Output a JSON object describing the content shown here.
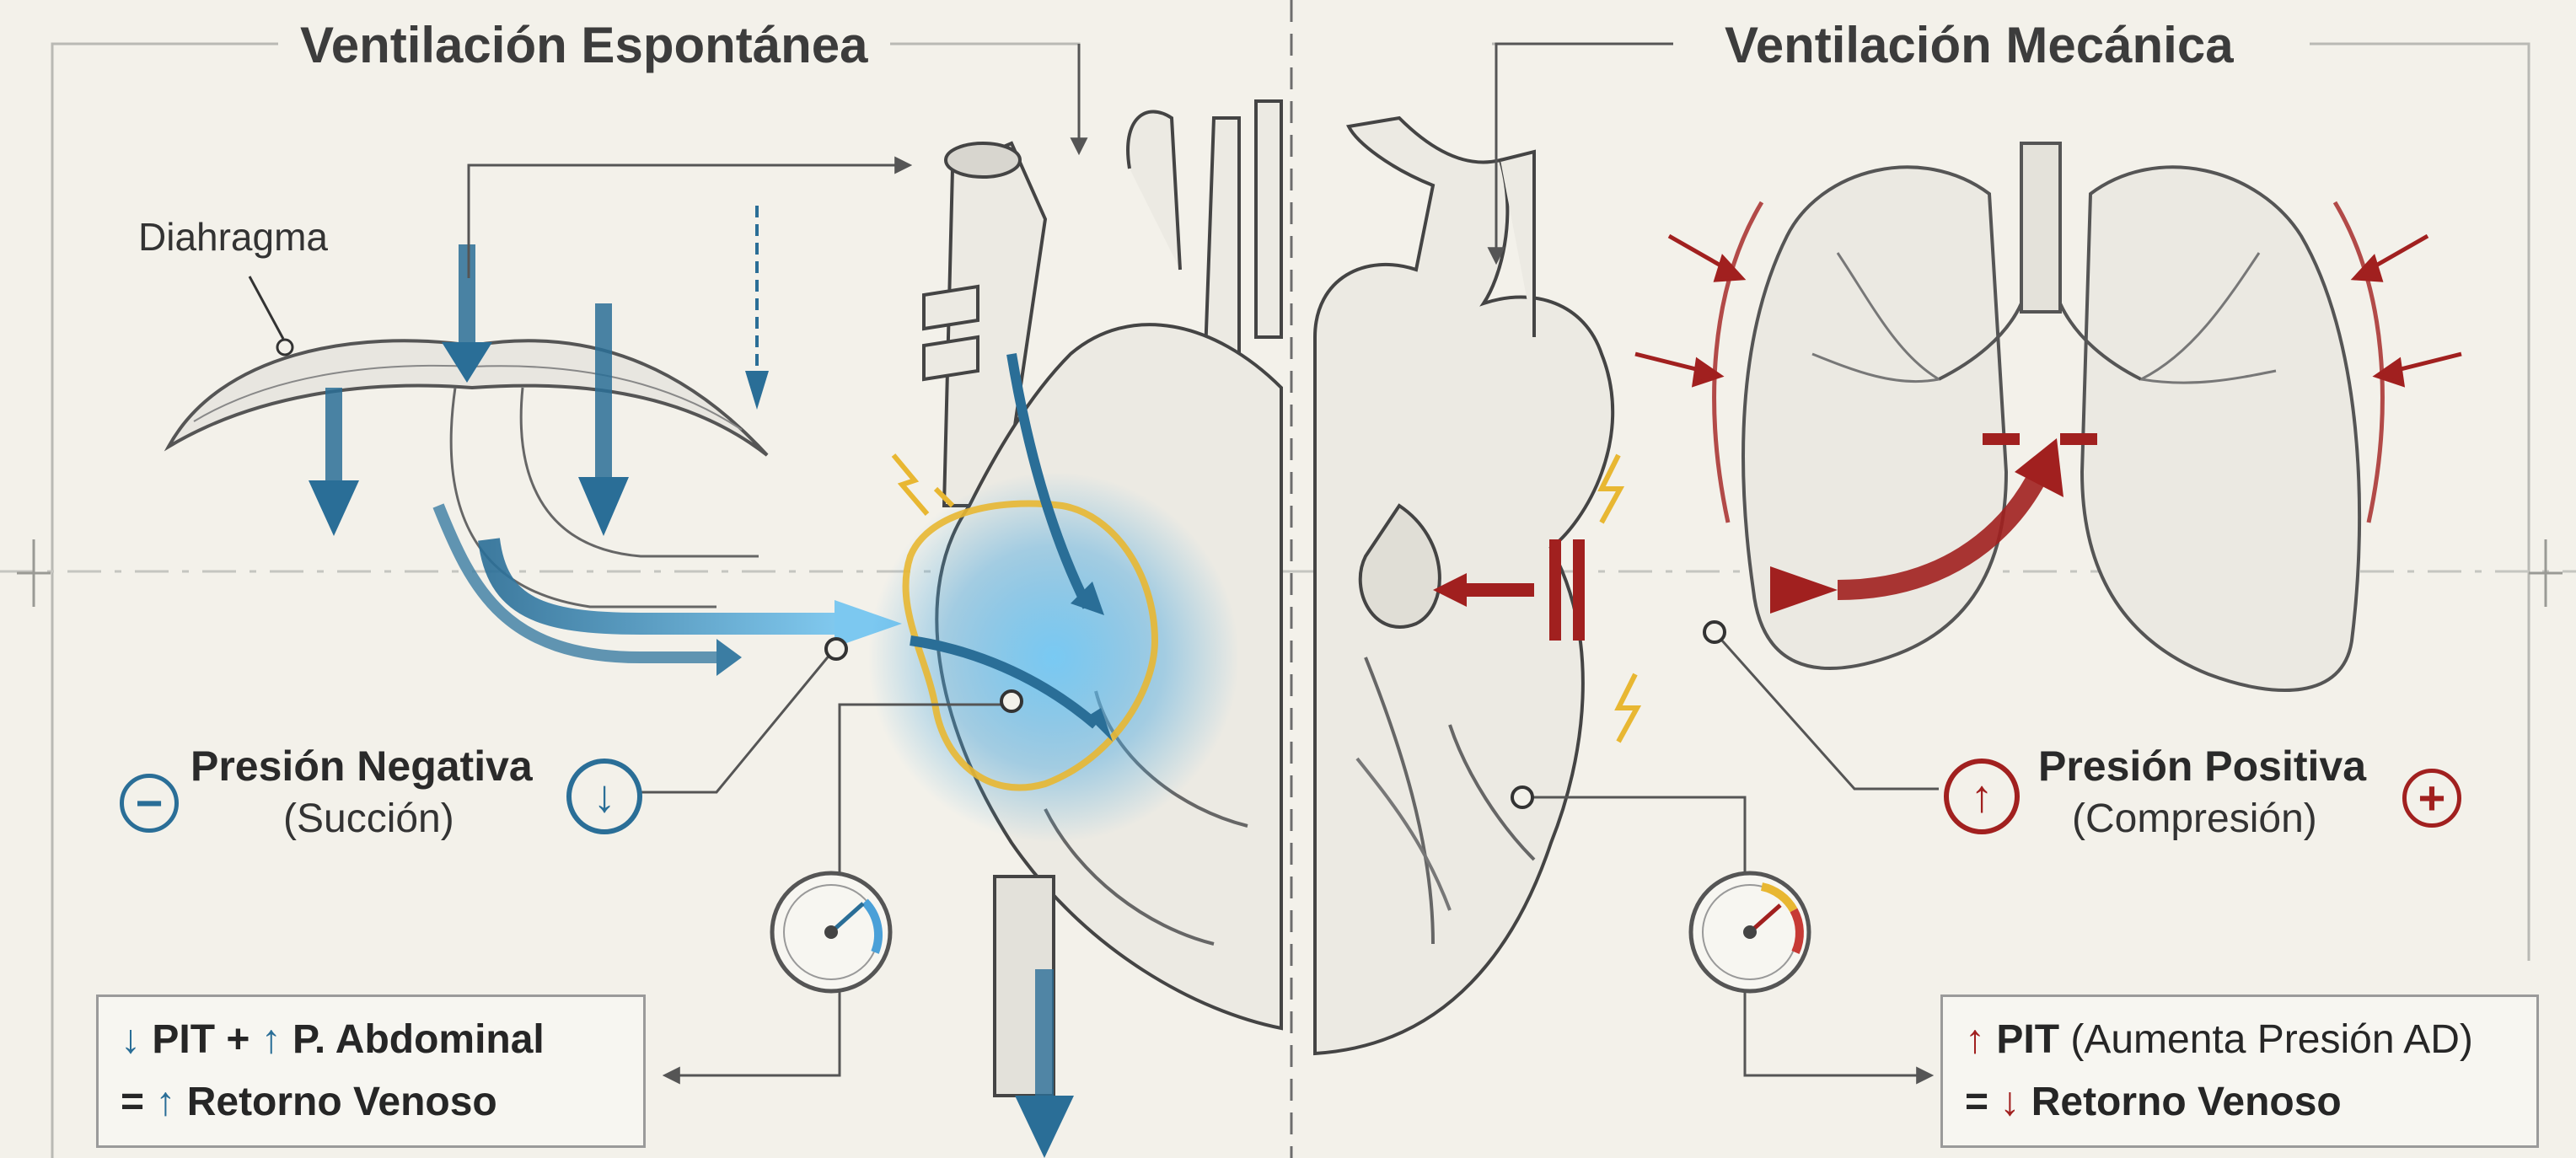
{
  "titles": {
    "left": "Ventilación Espontánea",
    "right": "Ventilación Mecánica"
  },
  "labels": {
    "diaphragm": "Diahragma",
    "negative_pressure": "Presión Negativa",
    "negative_pressure_sub": "(Succión)",
    "positive_pressure": "Presión Positiva",
    "positive_pressure_sub": "(Compresión)"
  },
  "icons": {
    "minus": "−",
    "down_arrow": "↓",
    "up_arrow": "↑",
    "plus": "+"
  },
  "left_box": {
    "line1_arrow_down": "↓",
    "line1_pit": " PIT + ",
    "line1_arrow_up": "↑",
    "line1_abdominal": " P. Abdominal",
    "line2_equals": "= ",
    "line2_arrow_up": "↑",
    "line2_result": " Retorno Venoso"
  },
  "right_box": {
    "line1_arrow_up": "↑",
    "line1_pit": " PIT",
    "line1_note": " (Aumenta Presión AD)",
    "line2_equals": "= ",
    "line2_arrow_down": "↓",
    "line2_result": " Retorno Venoso"
  },
  "colors": {
    "spontaneous_blue": "#2a6e97",
    "mechanical_red": "#a1201f",
    "glow_yellow": "#e8b732",
    "background": "#f3f1ea"
  }
}
